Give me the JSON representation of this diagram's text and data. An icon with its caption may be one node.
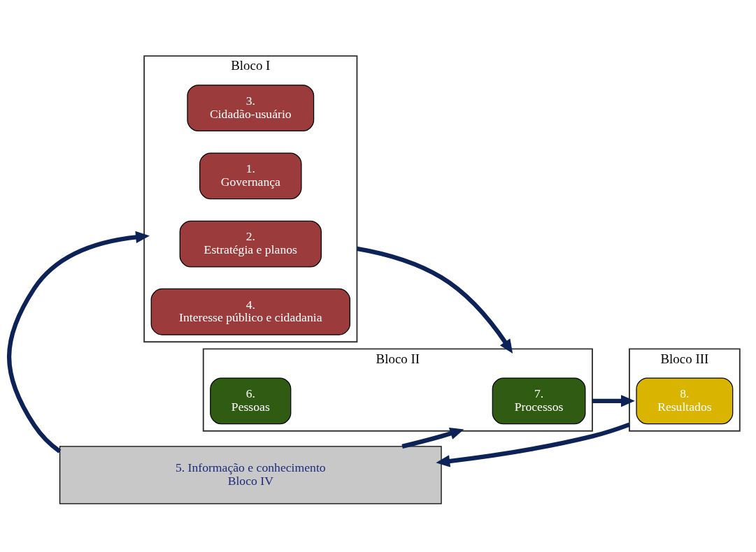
{
  "diagram": {
    "nodes": [
      {
        "text": [
          "Bloco I"
        ]
      },
      {
        "text": [
          "3.",
          "Cidadão-usuário"
        ],
        "in": 0
      },
      {
        "text": [
          "1.",
          "Governança"
        ],
        "in": 0
      },
      {
        "text": [
          "2.",
          "Estratégia e planos"
        ],
        "in": 0
      },
      {
        "text": [
          "4.",
          "Interesse público e cidadania"
        ],
        "in": 0
      },
      {
        "text": [
          "Bloco II"
        ]
      },
      {
        "text": [
          "6.",
          "Pessoas"
        ],
        "in": 5
      },
      {
        "text": [
          "7.",
          "Processos"
        ],
        "in": 5
      },
      {
        "text": [
          "Bloco III"
        ]
      },
      {
        "text": [
          "8.",
          "Resultados"
        ],
        "in": 8
      },
      {
        "text": [
          "5. Informação e conhecimento",
          "Bloco IV"
        ]
      }
    ],
    "edges": [
      {
        "from": 0,
        "to": 5,
        "arrow": "to"
      },
      {
        "from": 5,
        "to": 8,
        "arrow": "to"
      },
      {
        "from": 10,
        "to": 0,
        "arrow": "to"
      },
      {
        "from": 10,
        "to": 5,
        "arrow": "to"
      },
      {
        "from": 8,
        "to": 10,
        "arrow": "to"
      }
    ]
  }
}
